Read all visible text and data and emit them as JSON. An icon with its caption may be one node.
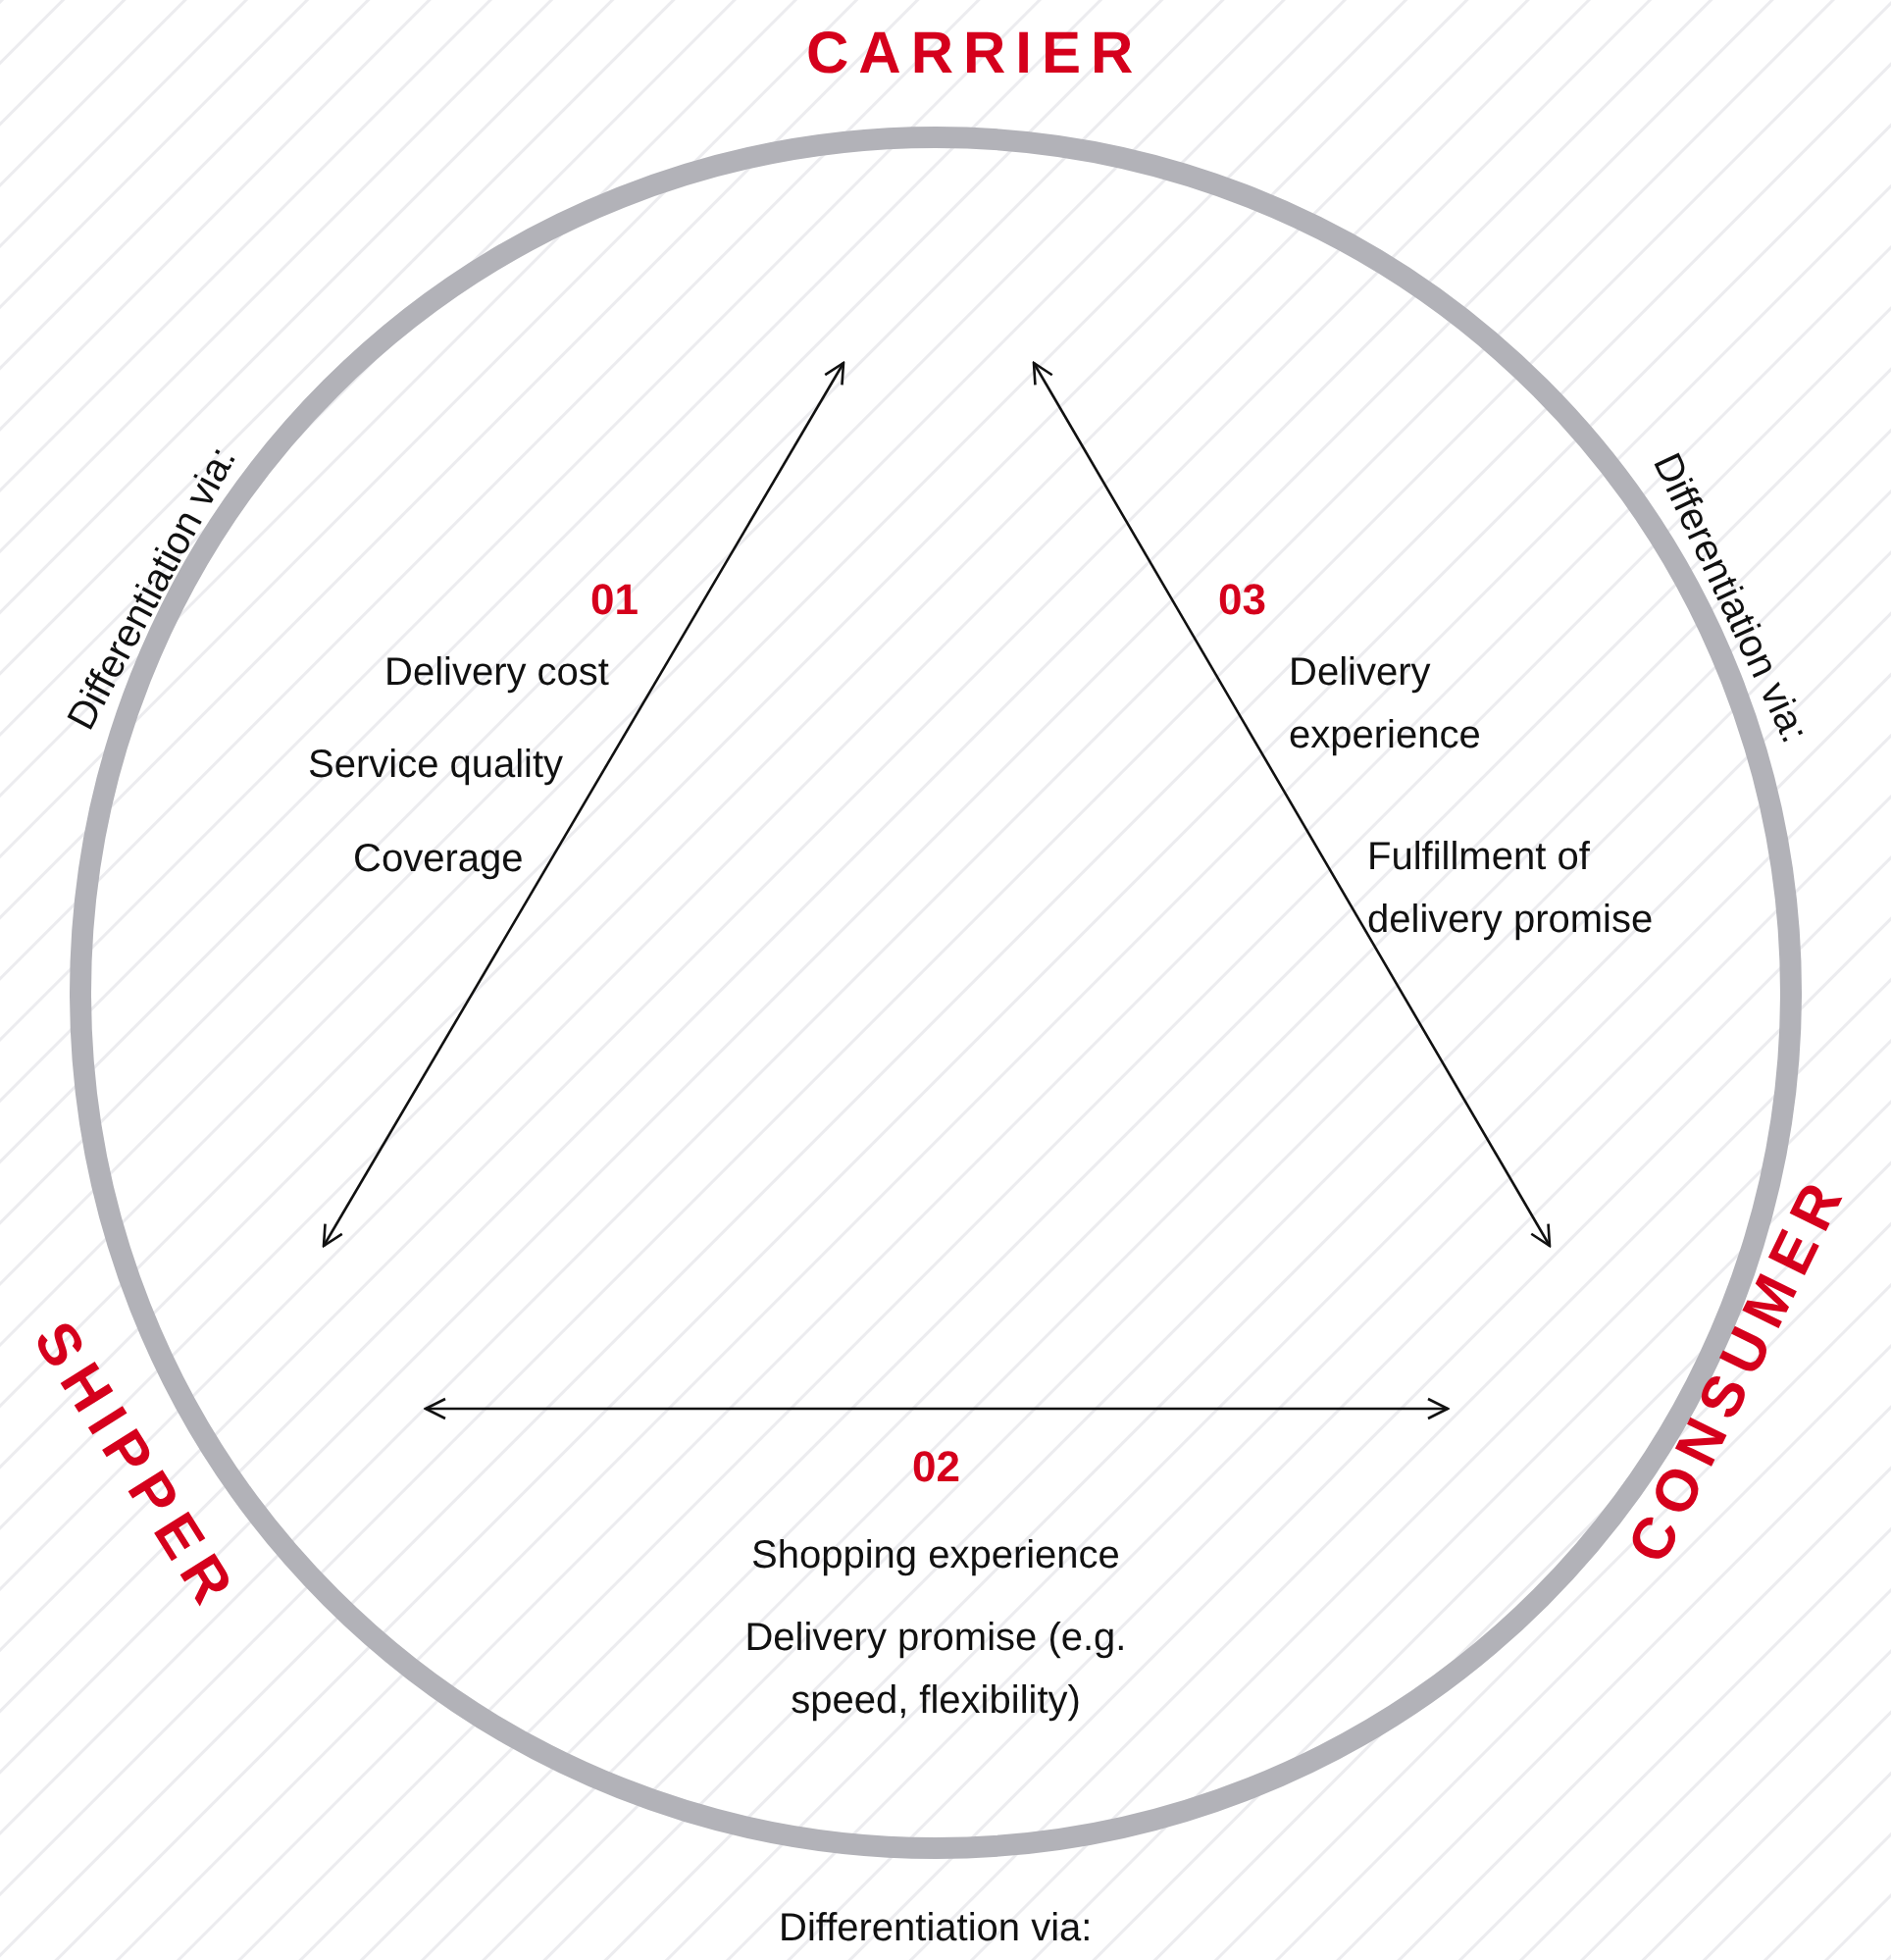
{
  "diagram": {
    "nodes": [
      {
        "text": [
          "CARRIER"
        ]
      },
      {
        "text": [
          "SHIPPER"
        ]
      },
      {
        "text": [
          "CONSUMER"
        ]
      }
    ],
    "labels": [
      "Differentiation via:",
      "01",
      "Delivery cost",
      "Service quality",
      "Coverage",
      "Differentiation via:",
      "03",
      "Delivery experience",
      "Fulfillment of delivery promise",
      "02",
      "Shopping experience",
      "Delivery promise (e.g. speed, flexibility)",
      "Differentiation via:"
    ]
  }
}
